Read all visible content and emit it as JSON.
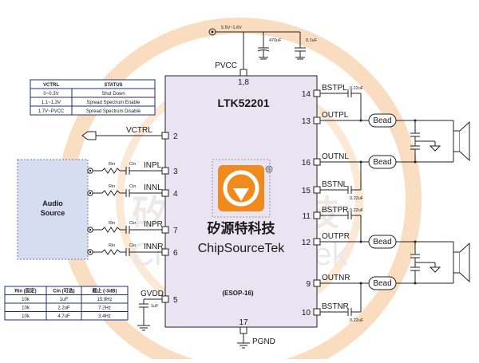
{
  "supply": {
    "voltage": "5.5V~1.6V",
    "cap1": "470uF",
    "cap2": "0.1uF",
    "pvcc_label": "PVCC",
    "pvcc_pins": "1,8"
  },
  "chip": {
    "name": "LTK52201",
    "package": "(ESOP-16)"
  },
  "logo": {
    "cn_text": "矽源特科技",
    "en_text": "ChipSourceTek",
    "registered": "®"
  },
  "vctrl_table": {
    "headers": [
      "VCTRL",
      "STATUS"
    ],
    "rows": [
      [
        "0~0.3V",
        "Shut Down"
      ],
      [
        "1.1~1.3V",
        "Spread Spectrum Enable"
      ],
      [
        "1.7V~PVCC",
        "Spread Spectrum Disable"
      ]
    ]
  },
  "vctrl_label": "VCTRL",
  "audio_source_label": "Audio\nSource",
  "left_pins": [
    {
      "name": "VCTRL",
      "num": "2"
    },
    {
      "name": "INPL",
      "num": "3"
    },
    {
      "name": "INNL",
      "num": "4"
    },
    {
      "name": "INPR",
      "num": "7"
    },
    {
      "name": "INNR",
      "num": "6"
    },
    {
      "name": "GVDD",
      "num": "5"
    }
  ],
  "right_pins": [
    {
      "name": "BSTPL",
      "num": "14"
    },
    {
      "name": "OUTPL",
      "num": "13"
    },
    {
      "name": "OUTNL",
      "num": "16"
    },
    {
      "name": "BSTNL",
      "num": "15"
    },
    {
      "name": "BSTPR",
      "num": "11"
    },
    {
      "name": "OUTPR",
      "num": "12"
    },
    {
      "name": "OUTNR",
      "num": "9"
    },
    {
      "name": "BSTNR",
      "num": "10"
    }
  ],
  "input_components": {
    "r": "Rin",
    "c": "Cin"
  },
  "boot_cap": "0.22uF",
  "gvdd_cap": "1uF",
  "bead_label": "Bead",
  "pgnd": {
    "label": "PGND",
    "num": "17"
  },
  "rc_table": {
    "headers": [
      "Rin (固定)",
      "Cin (可选)",
      "截止 (-3dB)"
    ],
    "rows": [
      [
        "10k",
        "1uF",
        "15.9Hz"
      ],
      [
        "10k",
        "2.2uF",
        "7.2Hz"
      ],
      [
        "10k",
        "4.7uF",
        "3.4Hz"
      ]
    ]
  },
  "colors": {
    "chip_fill": "#e8e4f2",
    "table_header": "#1d2c7a",
    "audio_fill": "#d6ddf0",
    "logo_orange": "#f08a1e",
    "watermark": "#f6c38e"
  }
}
